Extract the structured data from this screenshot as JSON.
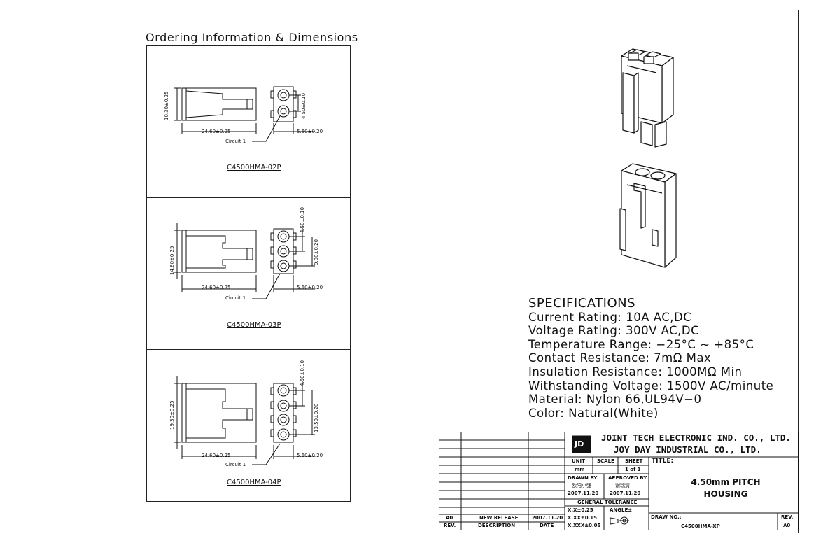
{
  "heading": "Ordering Information & Dimensions",
  "variants": [
    {
      "part_number": "C4500HMA-02P",
      "height_dim": "10.30±0.25",
      "pitch_dim": "4.50±0.10",
      "length_dim": "24.60±0.25",
      "width_dim": "5.60±0.20",
      "circuit_label": "Circuit 1",
      "span_dim": ""
    },
    {
      "part_number": "C4500HMA-03P",
      "height_dim": "14.80±0.25",
      "pitch_dim": "4.50±0.10",
      "length_dim": "24.60±0.25",
      "width_dim": "5.60±0.20",
      "circuit_label": "Circuit 1",
      "span_dim": "9.00±0.20"
    },
    {
      "part_number": "C4500HMA-04P",
      "height_dim": "19.30±0.25",
      "pitch_dim": "4.50±0.10",
      "length_dim": "24.60±0.25",
      "width_dim": "5.60±0.20",
      "circuit_label": "Circuit 1",
      "span_dim": "13.50±0.20"
    }
  ],
  "specifications": {
    "title": "SPECIFICATIONS",
    "lines": [
      "Current Rating: 10A AC,DC",
      "Voltage Rating: 300V AC,DC",
      "Temperature Range: −25°C ~ +85°C",
      "Contact Resistance: 7mΩ Max",
      "Insulation Resistance: 1000MΩ Min",
      "Withstanding Voltage: 1500V AC/minute",
      "Material: Nylon 66,UL94V−0",
      "Color: Natural(White)"
    ]
  },
  "title_block": {
    "company_1": "JOINT TECH ELECTRONIC IND. CO., LTD.",
    "company_2": "JOY DAY INDUSTRIAL CO., LTD.",
    "unit_label": "UNIT",
    "unit_value": "mm",
    "scale_label": "SCALE",
    "scale_value": "",
    "sheet_label": "SHEET",
    "sheet_value": "1 of 1",
    "title_label": "TITLE:",
    "title_line_1": "4.50mm PITCH",
    "title_line_2": "HOUSING",
    "drawn_by_label": "DRAWN BY",
    "drawn_by_name": "欧阳小强",
    "drawn_by_date": "2007.11.20",
    "approved_by_label": "APPROVED BY",
    "approved_by_name": "谢瑞清",
    "approved_by_date": "2007.11.20",
    "general_tolerance_label": "GENERAL TOLERANCE",
    "tol_1": "X.X±0.25",
    "tol_2": "X.XX±0.15",
    "tol_3": "X.XXX±0.05",
    "angle_label": "ANGLE±",
    "drawing_no_label": "DRAW NO.:",
    "drawing_no": "C4500HMA-XP",
    "rev_label": "REV.",
    "rev_value": "A0",
    "revision_row": {
      "rev": "A0",
      "description": "NEW RELEASE",
      "date": "2007.11.20"
    },
    "col_rev": "REV.",
    "col_description": "DESCRIPTION",
    "col_date": "DATE"
  }
}
